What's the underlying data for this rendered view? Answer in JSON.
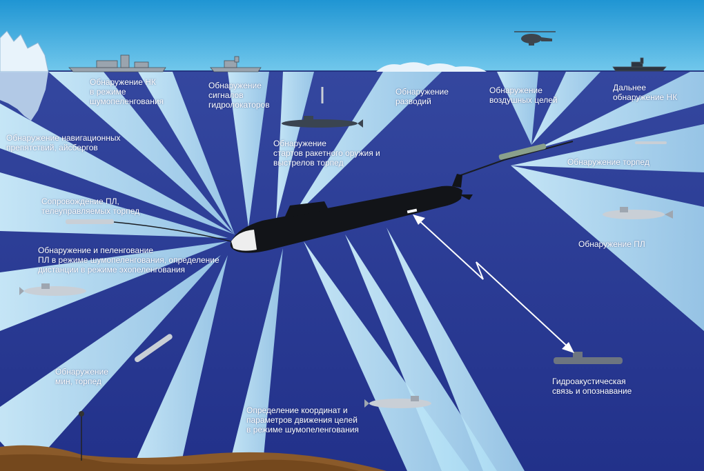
{
  "colors": {
    "sky_top": "#1f9ad6",
    "sky_bottom": "#6cc6ec",
    "sea": "#2d3f9e",
    "sea_deep": "#1f2e86",
    "beam": "#bfe6f7",
    "seabed": "#8a5a2a",
    "submarine": "#111417",
    "arrow": "#ffffff"
  },
  "icons": [
    "iceberg-icon",
    "warship-icon",
    "helicopter-icon",
    "submarine-icon",
    "torpedo-icon",
    "mine-icon",
    "towed-sonar-array-icon"
  ],
  "labels": {
    "surface_ship_noise": "Обнаружение НК\nв режиме\nшумопеленгования",
    "sonar_signals": "Обнаружение\nсигналов\nгидролокаторов",
    "wake_detection": "Обнаружение\nразводий",
    "air_targets": "Обнаружение\nвоздушных целей",
    "long_range_surface": "Дальнее\nобнаружение НК",
    "navigation_obstacles": "Обнаружение навигационных\nпрепятствий, айсбергов",
    "missile_launches": "Обнаружение\nстартов ракетного оружия и\nвыстрелов торпед",
    "torpedo_detection": "Обнаружение торпед",
    "sub_tracking": "Сопровождение ПЛ,\nтелеуправляемых торпед",
    "sub_detection_bearing": "Обнаружение и пеленгование\nПЛ в режиме шумопеленгования, определение\nдистанции в режиме эхопеленгования",
    "sub_detection": "Обнаружение ПЛ",
    "mines_torpedoes": "Обнаружение\nмин, торпед",
    "acoustic_comm": "Гидроакустическая\nсвязь и опознавание",
    "target_coordinates": "Определение координат и\nпараметров движения целей\nв режиме шумопеленгования"
  }
}
